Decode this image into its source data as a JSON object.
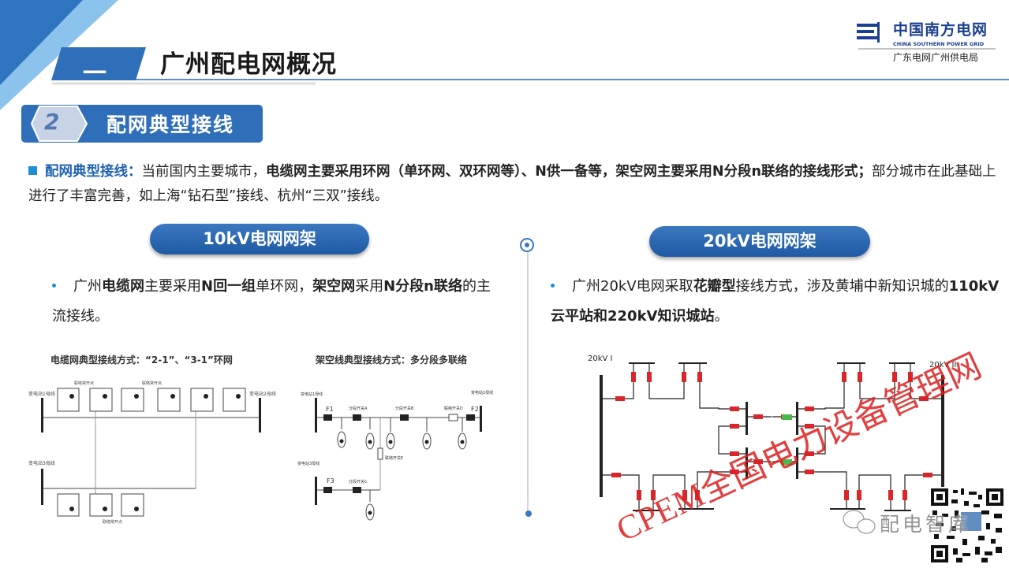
{
  "header": {
    "section_number": "一",
    "title": "广州配电网概况"
  },
  "logo": {
    "name_cn": "中国南方电网",
    "name_en": "CHINA SOUTHERN POWER GRID",
    "unit": "广东电网广州供电局"
  },
  "subsection": {
    "number": "2",
    "title": "配网典型接线"
  },
  "intro": {
    "label": "配网典型接线：",
    "t1": "当前国内主要城市，",
    "b1": "电缆网主要采用环网（单环网、双环网等）、N供一备等，架空网主要采用N分段n联络的接线形式；",
    "t2": "部分城市在此基础上进行了丰富完善，如上海“钻石型”接线、杭州“三双”接线。"
  },
  "left": {
    "pill": "10kV电网网架",
    "bullet": [
      {
        "t": "广州"
      },
      {
        "b": "电缆网"
      },
      {
        "t": "主要采用"
      },
      {
        "b": "N回一组"
      },
      {
        "t": "单环网，"
      },
      {
        "b": "架空网"
      },
      {
        "t": "采用"
      },
      {
        "b": "N分段n联络"
      },
      {
        "t": "的主流接线。"
      }
    ],
    "cable_diagram": {
      "title": "电缆网典型接线方式：“2-1”、“3-1”环网",
      "bus1": "变电站1母线",
      "bus2": "变电站2母线",
      "bus3": "变电站3母线",
      "open_point": "常开点",
      "open_points": [
        "联络常开点",
        "联络常开点",
        "联络常开点"
      ]
    },
    "overhead_diagram": {
      "title": "架空线典型接线方式：多分段多联络",
      "bus1": "变电站1母线",
      "bus2": "变电站2母线",
      "bus3": "变电站3母线",
      "F1": "F1",
      "F2": "F2",
      "F3": "F3",
      "swA": "分段开关A",
      "swB": "分段开关B",
      "swC": "分段开关C",
      "swD": "联络开关D",
      "swE": "联络开关E"
    }
  },
  "right": {
    "pill": "20kV电网网架",
    "bullet": [
      {
        "t": "广州20kV电网采取"
      },
      {
        "b": "花瓣型"
      },
      {
        "t": "接线方式，涉及黄埔中新知识城的"
      },
      {
        "b": "110kV云平站和220kV知识城站"
      },
      {
        "t": "。"
      }
    ],
    "diagram": {
      "bus_left": "20kV I",
      "bus_right": "20kV II"
    }
  },
  "watermarks": {
    "diagonal": "CPEM全国电力设备管理网",
    "wechat": "配电智库"
  },
  "colors": {
    "primary": "#2f6fba",
    "switch_closed": "#d9262b",
    "switch_open": "#4cb84c"
  }
}
